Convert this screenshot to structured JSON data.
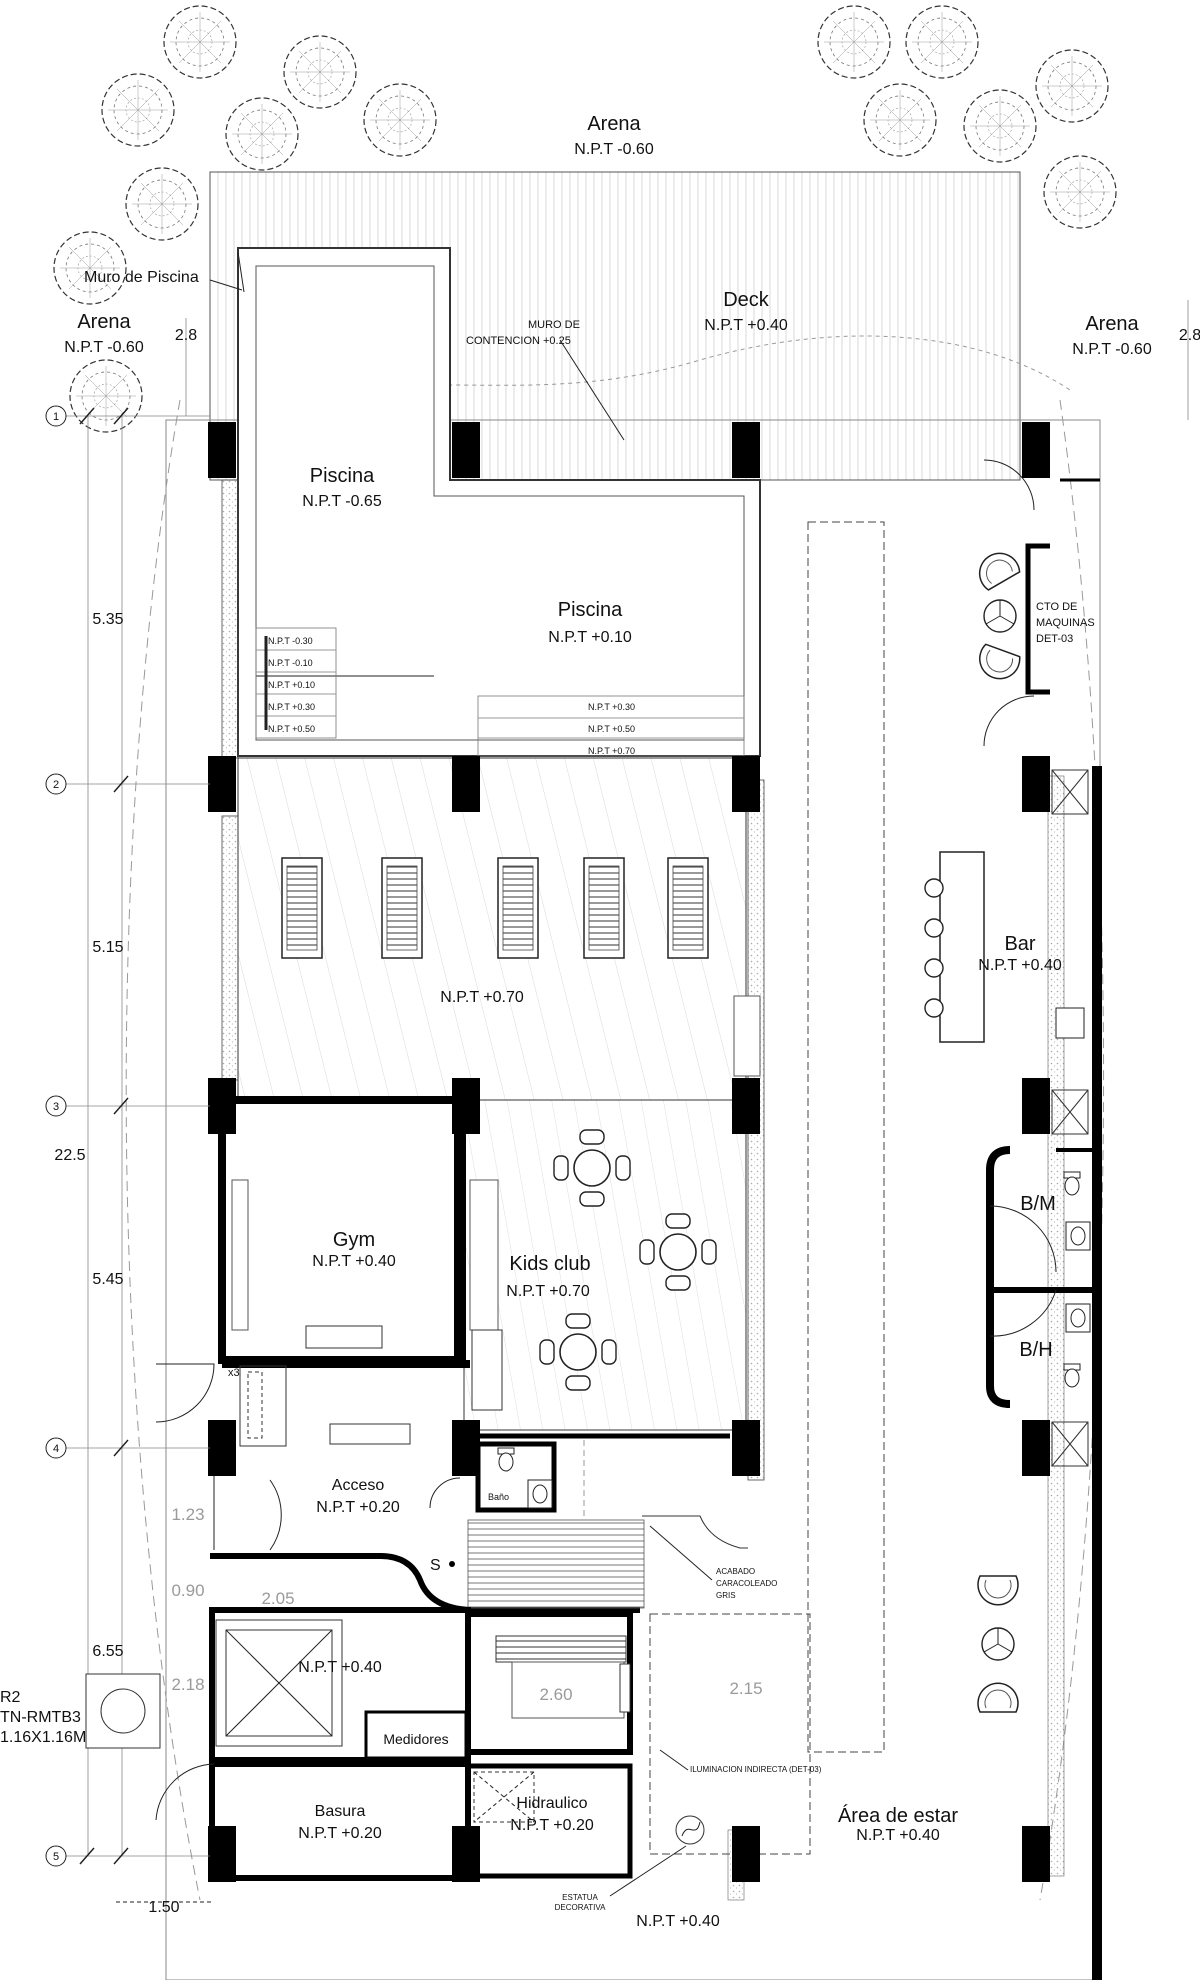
{
  "areas": {
    "arena_top": {
      "name": "Arena",
      "level": "N.P.T -0.60"
    },
    "arena_left": {
      "name": "Arena",
      "level": "N.P.T -0.60"
    },
    "arena_right": {
      "name": "Arena",
      "level": "N.P.T -0.60"
    },
    "deck": {
      "name": "Deck",
      "level": "N.P.T +0.40"
    },
    "piscina_upper": {
      "name": "Piscina",
      "level": "N.P.T -0.65"
    },
    "piscina_lower": {
      "name": "Piscina",
      "level": "N.P.T +0.10"
    },
    "terrace": {
      "level": "N.P.T +0.70"
    },
    "bar": {
      "name": "Bar",
      "level": "N.P.T +0.40"
    },
    "gym": {
      "name": "Gym",
      "level": "N.P.T +0.40"
    },
    "kids_club": {
      "name": "Kids club",
      "level": "N.P.T +0.70"
    },
    "acceso": {
      "name": "Acceso",
      "level": "N.P.T +0.20"
    },
    "elevator_lobby": {
      "level": "N.P.T +0.40"
    },
    "medidores": {
      "name": "Medidores"
    },
    "basura": {
      "name": "Basura",
      "level": "N.P.T +0.20"
    },
    "hidraulico": {
      "name": "Hidraulico",
      "level": "N.P.T +0.20"
    },
    "area_estar": {
      "name": "Área de estar",
      "level": "N.P.T +0.40"
    },
    "bottom_walk": {
      "level": "N.P.T +0.40"
    },
    "bm": {
      "name": "B/M"
    },
    "bh": {
      "name": "B/H"
    },
    "bano": {
      "name": "Baño"
    },
    "cto": {
      "line1": "CTO DE",
      "line2": "MAQUINAS",
      "line3": "DET-03"
    }
  },
  "annotations": {
    "muro_piscina": "Muro de Piscina",
    "muro_contencion_1": "MURO DE",
    "muro_contencion_2": "CONTENCION +0.25",
    "acabado_1": "ACABADO",
    "acabado_2": "CARACOLEADO",
    "acabado_3": "GRIS",
    "iluminacion": "ILUMINACION INDIRECTA (DET-03)",
    "estatua_1": "ESTATUA",
    "estatua_2": "DECORATIVA",
    "stair_s": "S",
    "x3": "x3",
    "r2_1": "R2",
    "r2_2": "TN-RMTB3",
    "r2_3": "1.16X1.16M"
  },
  "pool_steps_left": [
    "N.P.T -0.30",
    "N.P.T -0.10",
    "N.P.T +0.10",
    "N.P.T +0.30",
    "N.P.T +0.50"
  ],
  "pool_steps_right": [
    "N.P.T +0.30",
    "N.P.T +0.50",
    "N.P.T +0.70"
  ],
  "grid_axes": [
    "1",
    "2",
    "3",
    "4",
    "5"
  ],
  "dimensions": {
    "d_1_2": "5.35",
    "d_2_3": "5.15",
    "d_3_4": "5.45",
    "d_4_5": "6.55",
    "total": "22.5",
    "left_28": "2.8",
    "right_28": "2.8",
    "bottom_150": "1.50",
    "g_123": "1.23",
    "g_090": "0.90",
    "g_205": "2.05",
    "g_218": "2.18",
    "g_260": "2.60",
    "g_215": "2.15"
  }
}
